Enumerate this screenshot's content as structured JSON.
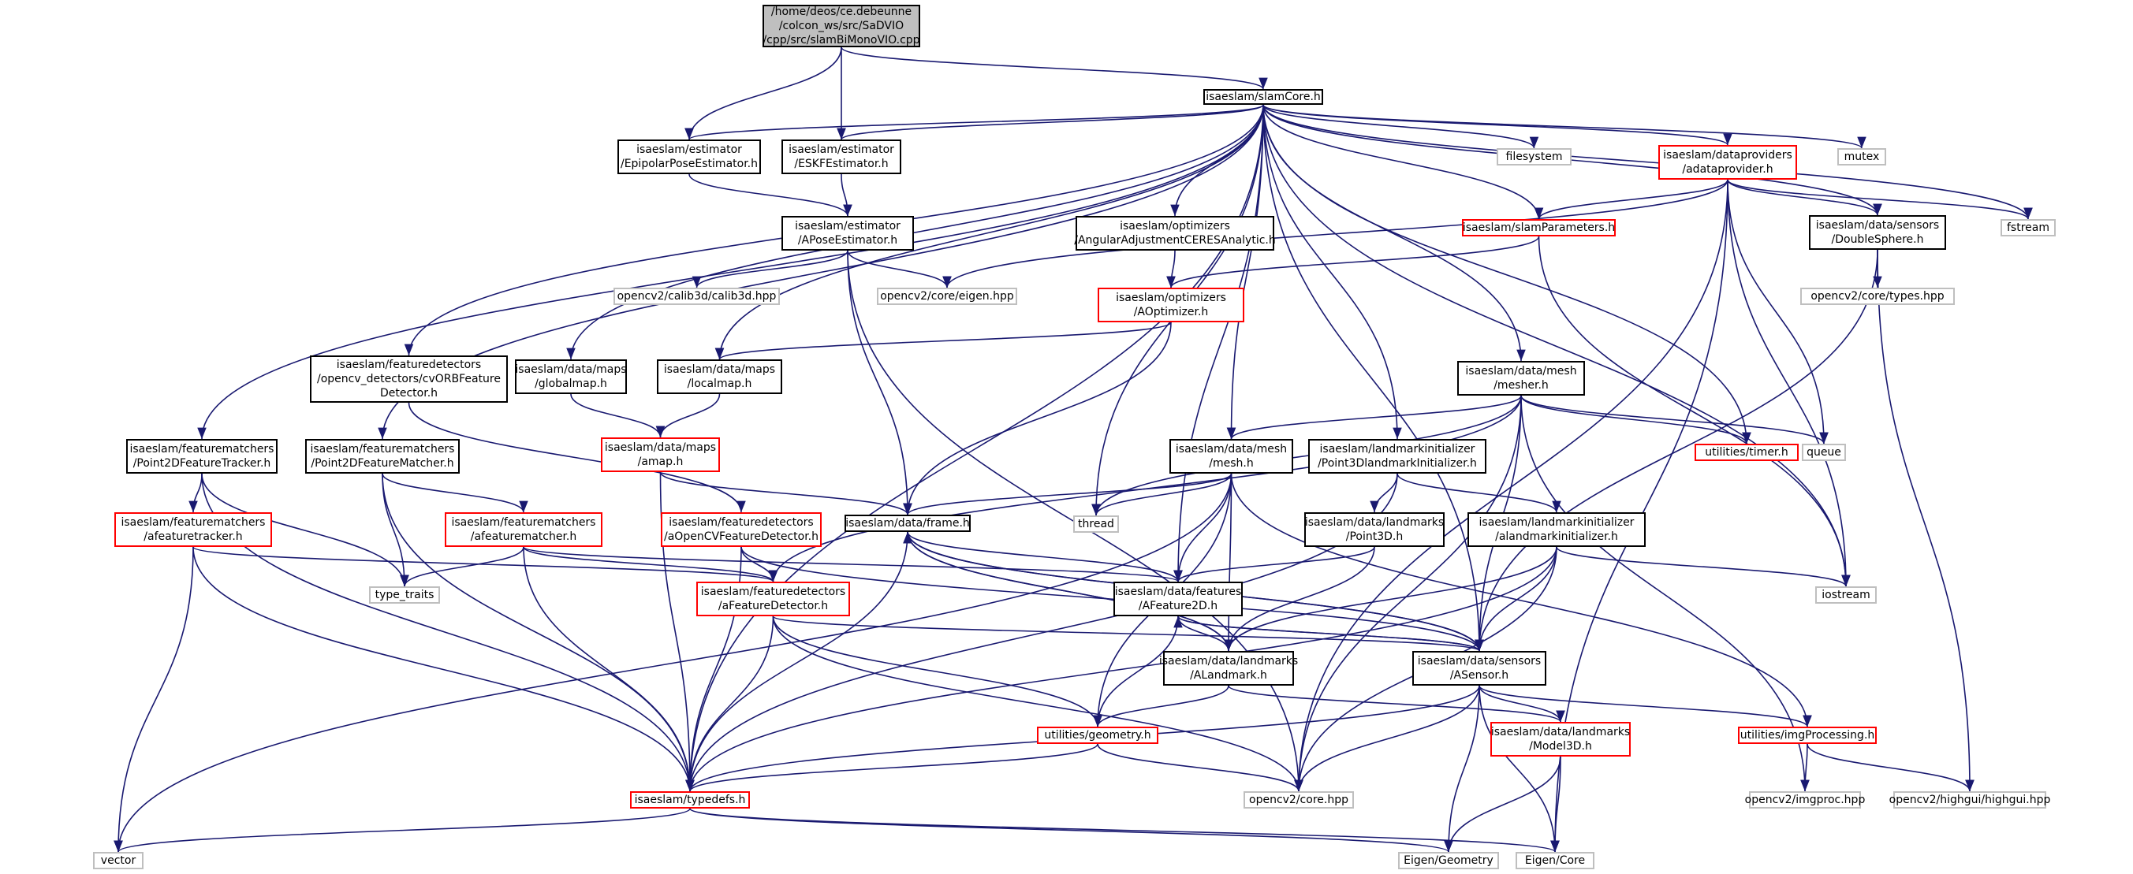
{
  "colors": {
    "edge": "#191970",
    "black_border": "#000000",
    "red_border": "#ff0000",
    "gray_border": "#bfbfbf",
    "root_fill": "#bfbfbf"
  },
  "nodes": {
    "root": {
      "lines": [
        "/home/deos/ce.debeunne",
        "/colcon_ws/src/SaDVIO",
        "/cpp/src/slamBiMonoVIO.cpp"
      ],
      "style": "root"
    },
    "slamCore": {
      "lines": [
        "isaeslam/slamCore.h"
      ],
      "style": "black"
    },
    "epipolarPose": {
      "lines": [
        "isaeslam/estimator",
        "/EpipolarPoseEstimator.h"
      ],
      "style": "black"
    },
    "eskf": {
      "lines": [
        "isaeslam/estimator",
        "/ESKFEstimator.h"
      ],
      "style": "black"
    },
    "aPoseEst": {
      "lines": [
        "isaeslam/estimator",
        "/APoseEstimator.h"
      ],
      "style": "black"
    },
    "calib3d": {
      "lines": [
        "opencv2/calib3d/calib3d.hpp"
      ],
      "style": "gray"
    },
    "cvEigen": {
      "lines": [
        "opencv2/core/eigen.hpp"
      ],
      "style": "gray"
    },
    "angularAdj": {
      "lines": [
        "isaeslam/optimizers",
        "/AngularAdjustmentCERESAnalytic.h"
      ],
      "style": "black"
    },
    "aOptimizer": {
      "lines": [
        "isaeslam/optimizers",
        "/AOptimizer.h"
      ],
      "style": "red"
    },
    "filesystem": {
      "lines": [
        "filesystem"
      ],
      "style": "gray"
    },
    "slamParams": {
      "lines": [
        "isaeslam/slamParameters.h"
      ],
      "style": "red"
    },
    "adataprovider": {
      "lines": [
        "isaeslam/dataproviders",
        "/adataprovider.h"
      ],
      "style": "red"
    },
    "mutex": {
      "lines": [
        "mutex"
      ],
      "style": "gray"
    },
    "doubleSphere": {
      "lines": [
        "isaeslam/data/sensors",
        "/DoubleSphere.h"
      ],
      "style": "black"
    },
    "fstream": {
      "lines": [
        "fstream"
      ],
      "style": "gray"
    },
    "cvTypes": {
      "lines": [
        "opencv2/core/types.hpp"
      ],
      "style": "gray"
    },
    "cvORB": {
      "lines": [
        "isaeslam/featuredetectors",
        "/opencv_detectors/cvORBFeature",
        "Detector.h"
      ],
      "style": "black"
    },
    "globalmap": {
      "lines": [
        "isaeslam/data/maps",
        "/globalmap.h"
      ],
      "style": "black"
    },
    "localmap": {
      "lines": [
        "isaeslam/data/maps",
        "/localmap.h"
      ],
      "style": "black"
    },
    "amap": {
      "lines": [
        "isaeslam/data/maps",
        "/amap.h"
      ],
      "style": "red"
    },
    "mesher": {
      "lines": [
        "isaeslam/data/mesh",
        "/mesher.h"
      ],
      "style": "black"
    },
    "timer": {
      "lines": [
        "utilities/timer.h"
      ],
      "style": "red"
    },
    "queue": {
      "lines": [
        "queue"
      ],
      "style": "gray"
    },
    "p2dTracker": {
      "lines": [
        "isaeslam/featurematchers",
        "/Point2DFeatureTracker.h"
      ],
      "style": "black"
    },
    "p2dMatcher": {
      "lines": [
        "isaeslam/featurematchers",
        "/Point2DFeatureMatcher.h"
      ],
      "style": "black"
    },
    "mesh": {
      "lines": [
        "isaeslam/data/mesh",
        "/mesh.h"
      ],
      "style": "black"
    },
    "p3dInit": {
      "lines": [
        "isaeslam/landmarkinitializer",
        "/Point3DlandmarkInitializer.h"
      ],
      "style": "black"
    },
    "afeaturetracker": {
      "lines": [
        "isaeslam/featurematchers",
        "/afeaturetracker.h"
      ],
      "style": "red"
    },
    "afeaturematcher": {
      "lines": [
        "isaeslam/featurematchers",
        "/afeaturematcher.h"
      ],
      "style": "red"
    },
    "aOpenCV": {
      "lines": [
        "isaeslam/featuredetectors",
        "/aOpenCVFeatureDetector.h"
      ],
      "style": "red"
    },
    "frame": {
      "lines": [
        "isaeslam/data/frame.h"
      ],
      "style": "black"
    },
    "thread": {
      "lines": [
        "thread"
      ],
      "style": "gray"
    },
    "point3D": {
      "lines": [
        "isaeslam/data/landmarks",
        "/Point3D.h"
      ],
      "style": "black"
    },
    "lmInit": {
      "lines": [
        "isaeslam/landmarkinitializer",
        "/alandmarkinitializer.h"
      ],
      "style": "black"
    },
    "typeTraits": {
      "lines": [
        "type_traits"
      ],
      "style": "gray"
    },
    "aFeatDet": {
      "lines": [
        "isaeslam/featuredetectors",
        "/aFeatureDetector.h"
      ],
      "style": "red"
    },
    "aFeature2D": {
      "lines": [
        "isaeslam/data/features",
        "/AFeature2D.h"
      ],
      "style": "black"
    },
    "iostream": {
      "lines": [
        "iostream"
      ],
      "style": "gray"
    },
    "aLandmark": {
      "lines": [
        "isaeslam/data/landmarks",
        "/ALandmark.h"
      ],
      "style": "black"
    },
    "aSensor": {
      "lines": [
        "isaeslam/data/sensors",
        "/ASensor.h"
      ],
      "style": "black"
    },
    "geometry": {
      "lines": [
        "utilities/geometry.h"
      ],
      "style": "red"
    },
    "model3D": {
      "lines": [
        "isaeslam/data/landmarks",
        "/Model3D.h"
      ],
      "style": "red"
    },
    "imgProc": {
      "lines": [
        "utilities/imgProcessing.h"
      ],
      "style": "red"
    },
    "typedefs": {
      "lines": [
        "isaeslam/typedefs.h"
      ],
      "style": "red"
    },
    "cvCore": {
      "lines": [
        "opencv2/core.hpp"
      ],
      "style": "gray"
    },
    "cvImgproc": {
      "lines": [
        "opencv2/imgproc.hpp"
      ],
      "style": "gray"
    },
    "cvHighgui": {
      "lines": [
        "opencv2/highgui/highgui.hpp"
      ],
      "style": "gray"
    },
    "vector": {
      "lines": [
        "vector"
      ],
      "style": "gray"
    },
    "eigenGeometry": {
      "lines": [
        "Eigen/Geometry"
      ],
      "style": "gray"
    },
    "eigenCore": {
      "lines": [
        "Eigen/Core"
      ],
      "style": "gray"
    }
  },
  "edges": [
    [
      "root",
      "slamCore"
    ],
    [
      "root",
      "epipolarPose"
    ],
    [
      "root",
      "eskf"
    ],
    [
      "slamCore",
      "epipolarPose"
    ],
    [
      "slamCore",
      "eskf"
    ],
    [
      "slamCore",
      "angularAdj"
    ],
    [
      "slamCore",
      "filesystem"
    ],
    [
      "slamCore",
      "slamParams"
    ],
    [
      "slamCore",
      "adataprovider"
    ],
    [
      "slamCore",
      "mutex"
    ],
    [
      "slamCore",
      "doubleSphere"
    ],
    [
      "slamCore",
      "fstream"
    ],
    [
      "slamCore",
      "cvORB"
    ],
    [
      "slamCore",
      "globalmap"
    ],
    [
      "slamCore",
      "localmap"
    ],
    [
      "slamCore",
      "mesher"
    ],
    [
      "slamCore",
      "timer"
    ],
    [
      "slamCore",
      "p2dTracker"
    ],
    [
      "slamCore",
      "p2dMatcher"
    ],
    [
      "slamCore",
      "mesh"
    ],
    [
      "slamCore",
      "p3dInit"
    ],
    [
      "slamCore",
      "thread"
    ],
    [
      "slamCore",
      "aFeature2D"
    ],
    [
      "slamCore",
      "iostream"
    ],
    [
      "slamCore",
      "aSensor"
    ],
    [
      "slamCore",
      "typedefs"
    ],
    [
      "epipolarPose",
      "aPoseEst"
    ],
    [
      "eskf",
      "aPoseEst"
    ],
    [
      "aPoseEst",
      "calib3d"
    ],
    [
      "aPoseEst",
      "cvEigen"
    ],
    [
      "aPoseEst",
      "frame"
    ],
    [
      "aPoseEst",
      "cvCore"
    ],
    [
      "angularAdj",
      "aOptimizer"
    ],
    [
      "slamParams",
      "aOptimizer"
    ],
    [
      "aOptimizer",
      "localmap"
    ],
    [
      "aOptimizer",
      "frame"
    ],
    [
      "adataprovider",
      "slamParams"
    ],
    [
      "adataprovider",
      "cvEigen"
    ],
    [
      "adataprovider",
      "doubleSphere"
    ],
    [
      "adataprovider",
      "fstream"
    ],
    [
      "adataprovider",
      "queue"
    ],
    [
      "adataprovider",
      "iostream"
    ],
    [
      "adataprovider",
      "cvCore"
    ],
    [
      "adataprovider",
      "eigenCore"
    ],
    [
      "slamParams",
      "iostream"
    ],
    [
      "doubleSphere",
      "cvTypes"
    ],
    [
      "doubleSphere",
      "aSensor"
    ],
    [
      "doubleSphere",
      "cvHighgui"
    ],
    [
      "cvORB",
      "aOpenCV"
    ],
    [
      "globalmap",
      "amap"
    ],
    [
      "localmap",
      "amap"
    ],
    [
      "amap",
      "frame"
    ],
    [
      "amap",
      "typedefs"
    ],
    [
      "mesher",
      "mesh"
    ],
    [
      "mesher",
      "timer"
    ],
    [
      "mesher",
      "queue"
    ],
    [
      "mesher",
      "thread"
    ],
    [
      "mesher",
      "aFeatDet"
    ],
    [
      "mesher",
      "aSensor"
    ],
    [
      "mesher",
      "cvCore"
    ],
    [
      "mesher",
      "cvImgproc"
    ],
    [
      "p2dTracker",
      "afeaturetracker"
    ],
    [
      "p2dTracker",
      "typeTraits"
    ],
    [
      "p2dTracker",
      "typedefs"
    ],
    [
      "p2dMatcher",
      "afeaturematcher"
    ],
    [
      "p2dMatcher",
      "typeTraits"
    ],
    [
      "p2dMatcher",
      "typedefs"
    ],
    [
      "mesh",
      "frame"
    ],
    [
      "mesh",
      "thread"
    ],
    [
      "mesh",
      "aFeature2D"
    ],
    [
      "mesh",
      "aLandmark"
    ],
    [
      "mesh",
      "geometry"
    ],
    [
      "mesh",
      "vector"
    ],
    [
      "mesh",
      "imgProc"
    ],
    [
      "p3dInit",
      "point3D"
    ],
    [
      "p3dInit",
      "lmInit"
    ],
    [
      "p3dInit",
      "typedefs"
    ],
    [
      "afeaturetracker",
      "aFeatDet"
    ],
    [
      "afeaturetracker",
      "vector"
    ],
    [
      "afeaturetracker",
      "typedefs"
    ],
    [
      "afeaturematcher",
      "aFeatDet"
    ],
    [
      "afeaturematcher",
      "typeTraits"
    ],
    [
      "afeaturematcher",
      "typedefs"
    ],
    [
      "afeaturematcher",
      "aFeature2D"
    ],
    [
      "aOpenCV",
      "aFeatDet"
    ],
    [
      "aOpenCV",
      "typedefs"
    ],
    [
      "aOpenCV",
      "aSensor"
    ],
    [
      "frame",
      "aFeature2D"
    ],
    [
      "frame",
      "aLandmark"
    ],
    [
      "frame",
      "aSensor"
    ],
    [
      "frame",
      "typedefs"
    ],
    [
      "point3D",
      "aFeature2D"
    ],
    [
      "point3D",
      "aLandmark"
    ],
    [
      "lmInit",
      "iostream"
    ],
    [
      "lmInit",
      "aLandmark"
    ],
    [
      "lmInit",
      "aSensor"
    ],
    [
      "lmInit",
      "cvCore"
    ],
    [
      "lmInit",
      "typedefs"
    ],
    [
      "aFeatDet",
      "aSensor"
    ],
    [
      "aFeatDet",
      "geometry"
    ],
    [
      "aFeatDet",
      "typedefs"
    ],
    [
      "aFeatDet",
      "cvCore"
    ],
    [
      "aFeature2D",
      "aLandmark"
    ],
    [
      "aFeature2D",
      "aSensor"
    ],
    [
      "aFeature2D",
      "geometry"
    ],
    [
      "aLandmark",
      "geometry"
    ],
    [
      "aLandmark",
      "model3D"
    ],
    [
      "aLandmark",
      "frame"
    ],
    [
      "aSensor",
      "model3D"
    ],
    [
      "aSensor",
      "imgProc"
    ],
    [
      "aSensor",
      "typedefs"
    ],
    [
      "aSensor",
      "cvCore"
    ],
    [
      "aSensor",
      "eigenGeometry"
    ],
    [
      "aSensor",
      "eigenCore"
    ],
    [
      "aSensor",
      "frame"
    ],
    [
      "aSensor",
      "aFeature2D"
    ],
    [
      "geometry",
      "typedefs"
    ],
    [
      "geometry",
      "cvCore"
    ],
    [
      "model3D",
      "eigenGeometry"
    ],
    [
      "model3D",
      "eigenCore"
    ],
    [
      "imgProc",
      "cvImgproc"
    ],
    [
      "imgProc",
      "cvHighgui"
    ],
    [
      "typedefs",
      "vector"
    ],
    [
      "typedefs",
      "eigenGeometry"
    ],
    [
      "typedefs",
      "eigenCore"
    ]
  ]
}
